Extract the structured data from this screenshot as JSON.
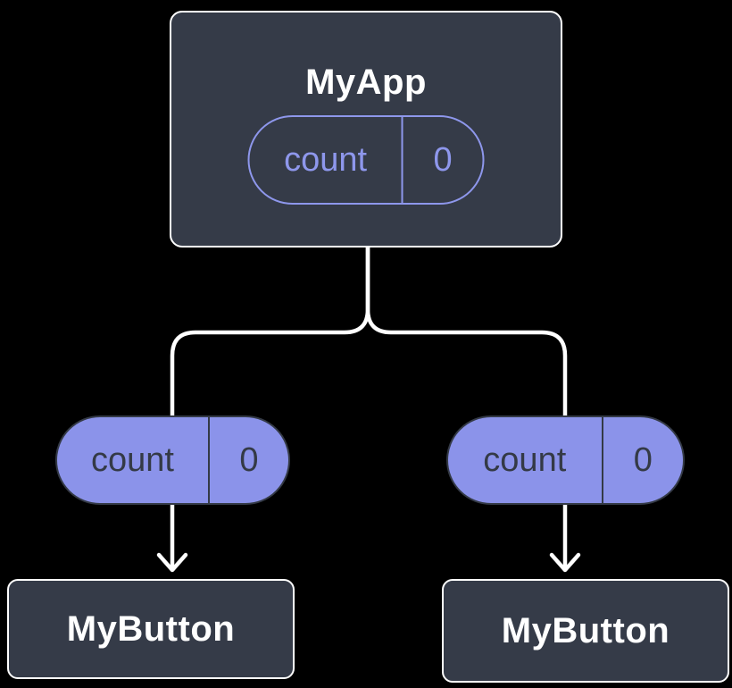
{
  "colors": {
    "background": "#000000",
    "node_fill": "#353B48",
    "node_border": "#FFFFFF",
    "accent_purple": "#8B93EA",
    "pill_outline_purple": "#8E97EC",
    "pill_text_dark": "#343A46",
    "connector_white": "#FFFFFF"
  },
  "root_component": {
    "name": "MyApp",
    "state_pill": {
      "label": "count",
      "value": "0"
    }
  },
  "left_branch": {
    "prop_pill": {
      "label": "count",
      "value": "0"
    },
    "child_component": {
      "name": "MyButton"
    }
  },
  "right_branch": {
    "prop_pill": {
      "label": "count",
      "value": "0"
    },
    "child_component": {
      "name": "MyButton"
    }
  }
}
